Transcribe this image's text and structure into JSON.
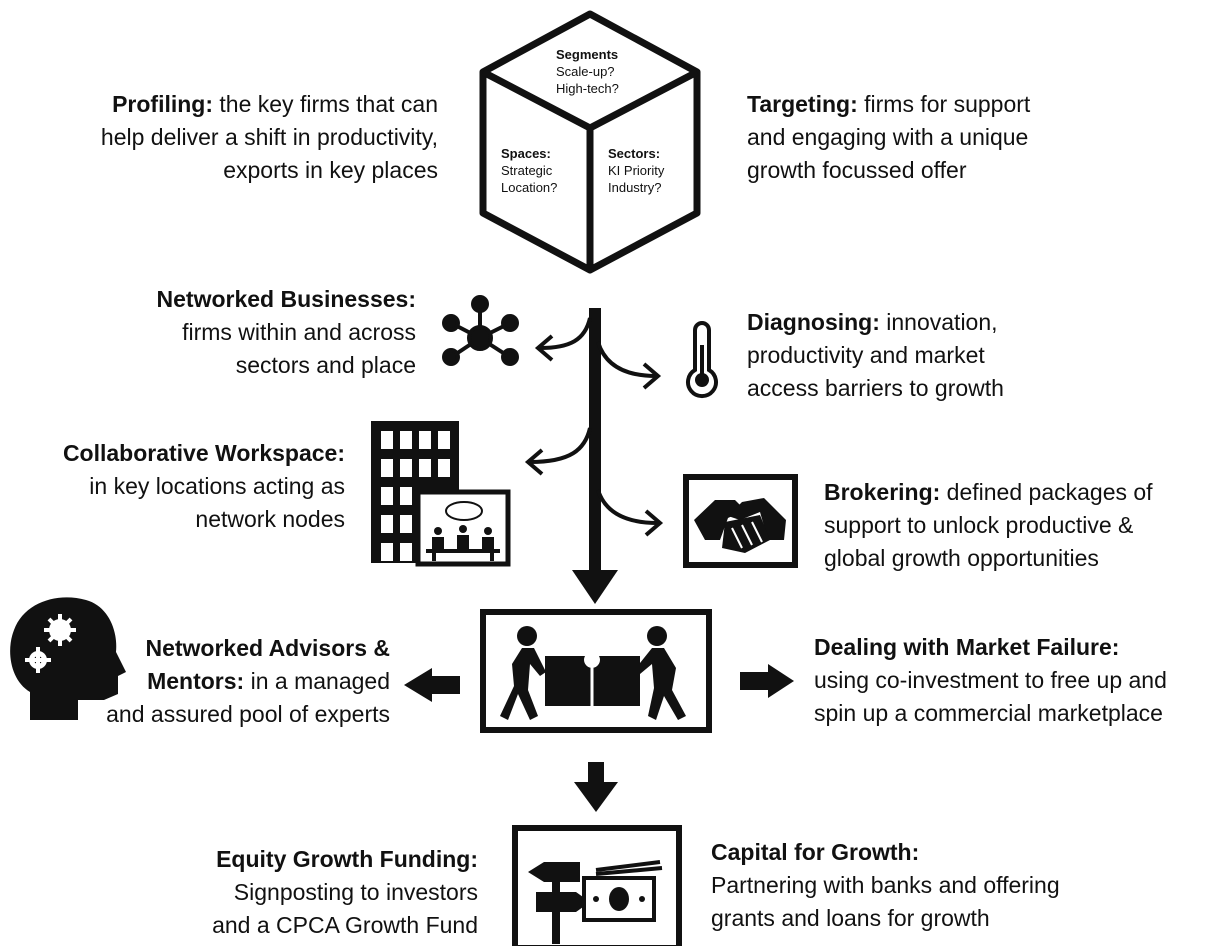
{
  "cube": {
    "top_title": "Segments",
    "top_line1": "Scale-up?",
    "top_line2": "High-tech?",
    "left_title": "Spaces:",
    "left_line1": "Strategic",
    "left_line2": "Location?",
    "right_title": "Sectors:",
    "right_line1": "KI Priority",
    "right_line2": "Industry?"
  },
  "profiling": {
    "title": "Profiling:",
    "line1_rest": " the key firms that can",
    "line2": "help deliver a shift in productivity,",
    "line3": "exports in key places"
  },
  "targeting": {
    "title": "Targeting:",
    "line1_rest": " firms for support",
    "line2": "and engaging with a unique",
    "line3": "growth focussed offer"
  },
  "networked_businesses": {
    "title": "Networked Businesses:",
    "line2": "firms within and across",
    "line3": "sectors and place"
  },
  "diagnosing": {
    "title": "Diagnosing:",
    "line1_rest": " innovation,",
    "line2": "productivity and market",
    "line3": "access barriers to growth"
  },
  "collaborative_workspace": {
    "title": "Collaborative Workspace:",
    "line2": "in key locations acting as",
    "line3": "network nodes"
  },
  "brokering": {
    "title": "Brokering:",
    "line1_rest": " defined packages of",
    "line2": "support to unlock productive &",
    "line3": "global growth opportunities"
  },
  "advisors": {
    "line1": "Networked Advisors &",
    "title2": "Mentors:",
    "line2_rest": " in a managed",
    "line3": "and assured pool of experts"
  },
  "market_failure": {
    "title": "Dealing with Market Failure:",
    "line2": "using co-investment to free up and",
    "line3": "spin up a commercial marketplace"
  },
  "equity": {
    "title": "Equity Growth Funding:",
    "line2": "Signposting to investors",
    "line3": "and a CPCA Growth Fund"
  },
  "capital": {
    "title": "Capital for Growth:",
    "line2": "Partnering with banks and offering",
    "line3": "grants and loans for growth"
  },
  "icons": [
    "cube-icon",
    "network-icon",
    "thermometer-icon",
    "building-icon",
    "meeting-icon",
    "handshake-icon",
    "head-gears-icon",
    "puzzle-people-icon",
    "signpost-money-icon"
  ],
  "colors": {
    "ink": "#111111",
    "background": "#ffffff"
  }
}
